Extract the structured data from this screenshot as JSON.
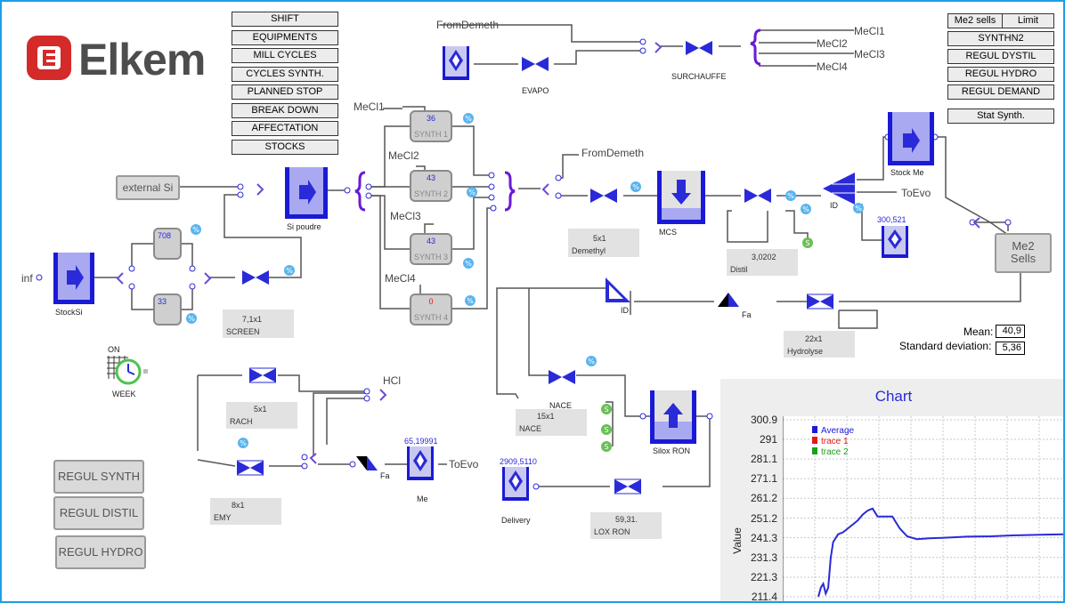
{
  "brand": {
    "name": "Elkem",
    "logo_letter": "E"
  },
  "nav_buttons": [
    "SHIFT",
    "EQUIPMENTS",
    "MILL CYCLES",
    "CYCLES SYNTH.",
    "PLANNED STOP",
    "BREAK DOWN",
    "AFFECTATION",
    "STOCKS"
  ],
  "right_buttons": {
    "me2_sells": "Me2 sells",
    "limit": "Limit",
    "synthn2": "SYNTHN2",
    "regul_dystil": "REGUL DYSTIL",
    "regul_hydro": "REGUL HYDRO",
    "regul_demand": "REGUL DEMAND",
    "stat_synth": "Stat Synth."
  },
  "left_buttons": {
    "regul_synth": "REGUL SYNTH",
    "regul_distil": "REGUL DISTIL",
    "regul_hydro": "REGUL HYDRO"
  },
  "external_si": "external Si",
  "me2_sells_block": {
    "line1": "Me2",
    "line2": "Sells"
  },
  "labels": {
    "from_demeth_top": "FromDemeth",
    "from_demeth_mid": "FromDemeth",
    "mecl1_top": "MeCl1",
    "mecl2_top": "MeCl2",
    "mecl3_top": "MeCl3",
    "mecl4_top": "MeCl4",
    "mecl1": "MeCl1",
    "mecl2": "MeCl2",
    "mecl3": "MeCl3",
    "mecl4": "MeCl4",
    "toevo_top": "ToEvo",
    "toevo_bottom": "ToEvo",
    "hcl": "HCl",
    "inf": "inf",
    "stocksi": "StockSi",
    "si_poudre": "Si poudre",
    "evapo": "EVAPO",
    "surchauffe": "SURCHAUFFE",
    "mcs": "MCS",
    "stock_me": "Stock Me",
    "silox_ron": "Silox RON",
    "me": "Me",
    "delivery": "Delivery",
    "week": "WEEK",
    "on": "ON",
    "id1": "ID",
    "id2": "ID",
    "nace": "NACE",
    "fa1": "Fa",
    "fa2": "Fa"
  },
  "reactors": [
    {
      "value": "36",
      "name": "SYNTH 1"
    },
    {
      "value": "43",
      "name": "SYNTH 2"
    },
    {
      "value": "43",
      "name": "SYNTH 3"
    },
    {
      "value": "0",
      "name": "SYNTH 4"
    }
  ],
  "mills": [
    {
      "value": "708"
    },
    {
      "value": "​33"
    }
  ],
  "readouts": {
    "stock_me": "300,521",
    "me": "65,19991",
    "delivery": "2909,5110"
  },
  "equipment_boxes": {
    "screen": {
      "value": "7,1x1",
      "name": "SCREEN"
    },
    "demethyl": {
      "value": "5x1",
      "name": "Demethyl"
    },
    "distil": {
      "value": "3,0202",
      "name": "Distil"
    },
    "hydrolyse": {
      "value": "22x1",
      "name": "Hydrolyse"
    },
    "rach": {
      "value": "5x1",
      "name": "RACH"
    },
    "nace": {
      "value": "15x1",
      "name": "NACE"
    },
    "emy": {
      "value": "8x1",
      "name": "EMY"
    },
    "lox_ron": {
      "value": "59,31.",
      "name": "LOX RON"
    }
  },
  "stats": {
    "mean_label": "Mean:",
    "mean_value": "40,9",
    "std_label": "Standard deviation:",
    "std_value": "5,36"
  },
  "chart_data": {
    "type": "line",
    "title": "Chart",
    "ylabel": "Value",
    "xlabel": "",
    "yticks": [
      "300.9",
      "291",
      "281.1",
      "271.1",
      "261.2",
      "251.2",
      "241.3",
      "231.3",
      "221.3",
      "211.4"
    ],
    "ylim": [
      211.4,
      300.9
    ],
    "legend": [
      "Average",
      "trace 1",
      "trace 2"
    ],
    "legend_colors": [
      "#1a1ad6",
      "#e01a1a",
      "#1aa01a"
    ],
    "grid": true,
    "series": [
      {
        "name": "Average",
        "color": "#2a2ad8",
        "x": [
          0,
          1,
          2,
          3,
          4,
          5,
          6,
          8,
          10,
          12,
          14,
          16,
          18,
          20,
          22,
          24,
          27,
          30,
          33,
          36,
          40,
          45,
          50,
          55,
          60,
          70,
          80,
          90,
          100
        ],
        "y": [
          211.4,
          216,
          218,
          213,
          216,
          231,
          239,
          243,
          244,
          246,
          248,
          250,
          253,
          255,
          256,
          252,
          252,
          252,
          246,
          242,
          240.5,
          241,
          241.2,
          241.5,
          241.8,
          242,
          242.5,
          242.8,
          243
        ]
      }
    ]
  }
}
